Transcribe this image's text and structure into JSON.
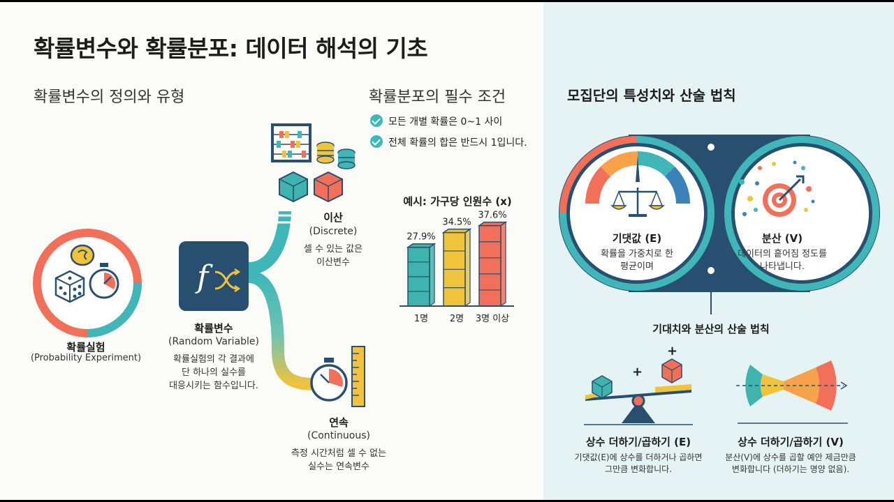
{
  "title": "확률변수와 확률분포: 데이터 해석의 기초",
  "left_section": {
    "title": "확률변수의 정의와 유형",
    "experiment": {
      "label": "확률실험",
      "sub": "(Probability Experiment)"
    },
    "random_variable": {
      "label": "확률변수",
      "sub": "(Random Variable)",
      "desc": [
        "확률실험의 각 결과에",
        "단 하나의 실수를",
        "대응시키는 함수입니다."
      ]
    },
    "discrete": {
      "label": "이산",
      "sub": "(Discrete)",
      "desc": [
        "셀 수 있는 값은",
        "이산변수"
      ]
    },
    "continuous": {
      "label": "연속",
      "sub": "(Continuous)",
      "desc": [
        "측정 시간처럼 셀 수 없는",
        "실수는 연속변수"
      ]
    }
  },
  "conditions": {
    "title": "확률분포의 필수 조건",
    "items": [
      "모든 개별 확률은 0~1 사이",
      "전체 확률의 합은 반드시 1입니다."
    ]
  },
  "chart_data": {
    "type": "bar",
    "title": "예시: 가구당 인원수 (x)",
    "categories": [
      "1명",
      "2명",
      "3명 이상"
    ],
    "values": [
      27.9,
      34.5,
      37.6
    ],
    "value_labels": [
      "27.9%",
      "34.5%",
      "37.6%"
    ],
    "colors": [
      "#3fb3ad",
      "#f1c33c",
      "#f2705a"
    ],
    "grid": false
  },
  "right_section": {
    "title": "모집단의 특성치와 산술 법칙",
    "expectation": {
      "label": "기댓값 (E)",
      "desc": [
        "확률을 가중치로 한",
        "평균이며"
      ]
    },
    "variance": {
      "label": "분산 (V)",
      "desc": [
        "데이터의 흩어짐 정도를",
        "나타냅니다."
      ]
    },
    "rules_title": "기대치와 분산의 산술 법칙",
    "rule_e": {
      "label": "상수 더하기/곱하기 (E)",
      "desc": [
        "기댓값(E)에 상수를 더하거나 곱하면",
        "그만큼 변화합니다."
      ],
      "plus": "+"
    },
    "rule_v": {
      "label": "상수 더하기/곱하기 (V)",
      "desc": [
        "분산(V)에 상수를 곱할 예안 제금만큼",
        "변화합니다 (더하기는 명양 없음)."
      ]
    }
  },
  "colors": {
    "teal": "#3fb7b8",
    "navy": "#294f70",
    "coral": "#f2705a",
    "yellow": "#f1c33c",
    "blue": "#3b82b8"
  },
  "icons": [
    "dice-icon",
    "stopwatch-icon",
    "coin-icon",
    "function-icon",
    "abacus-icon",
    "coins-stack-icon",
    "cube-icon",
    "ruler-icon",
    "gauge-icon",
    "balance-scale-icon",
    "target-icon",
    "seesaw-icon"
  ]
}
